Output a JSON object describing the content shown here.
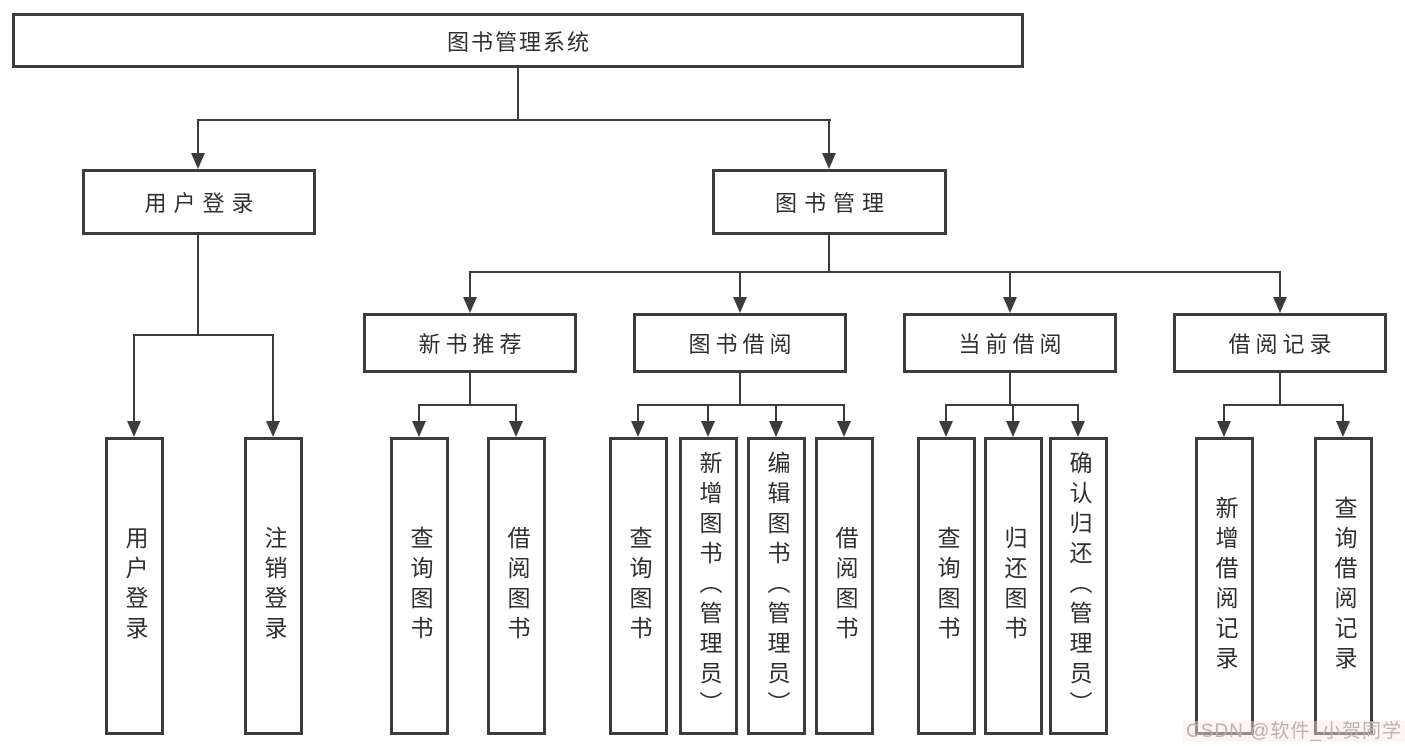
{
  "diagram": {
    "root": {
      "label": "图书管理系统"
    },
    "level2": {
      "user_login": "用户登录",
      "book_management": "图书管理"
    },
    "level3": {
      "new_book_recommend": "新书推荐",
      "book_borrow": "图书借阅",
      "current_borrow": "当前借阅",
      "borrow_records": "借阅记录"
    },
    "leaves": {
      "user_login": "用户登录",
      "logout": "注销登录",
      "nb_query_books": "查询图书",
      "nb_borrow_books": "借阅图书",
      "bb_query_books": "查询图书",
      "bb_add_books": "新增图书（管理员）",
      "bb_edit_books": "编辑图书（管理员）",
      "bb_borrow_books": "借阅图书",
      "cb_query_books": "查询图书",
      "cb_return_books": "归还图书",
      "cb_confirm_return": "确认归还（管理员）",
      "br_add_record": "新增借阅记录",
      "br_query_record": "查询借阅记录"
    }
  },
  "watermark": {
    "text": "CSDN @软件_小贺同学"
  },
  "colors": {
    "line": "#3c3c3c",
    "box_border": "#3c3c3c",
    "text": "#2f2f2f",
    "watermark_text": "#b7b3b3",
    "background": "#ffffff"
  }
}
